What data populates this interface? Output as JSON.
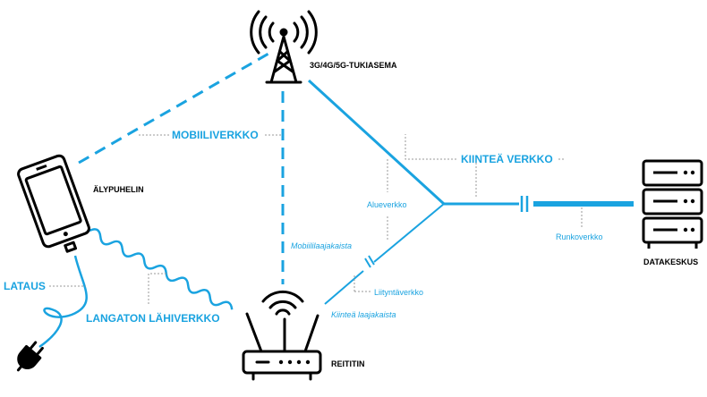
{
  "colors": {
    "accent": "#1aa3e0",
    "ink": "#000000",
    "leader": "#9a9a9a"
  },
  "labels": {
    "tower": "3G/4G/5G-TUKIASEMA",
    "phone": "ÄLYPUHELIN",
    "router": "REITITIN",
    "datacenter": "DATAKESKUS",
    "mobile_network": "MOBIILIVERKKO",
    "fixed_network": "KIINTEÄ VERKKO",
    "regional_network": "Alueverkko",
    "backbone": "Runkoverkko",
    "mobile_broadband": "Mobiililaajakaista",
    "access_network": "Liityntäverkko",
    "fixed_broadband": "Kiinteä laajakaista",
    "charging": "LATAUS",
    "wlan": "LANGATON LÄHIVERKKO"
  },
  "icons": [
    "cell-tower-icon",
    "smartphone-icon",
    "router-icon",
    "server-rack-icon",
    "power-plug-icon"
  ]
}
